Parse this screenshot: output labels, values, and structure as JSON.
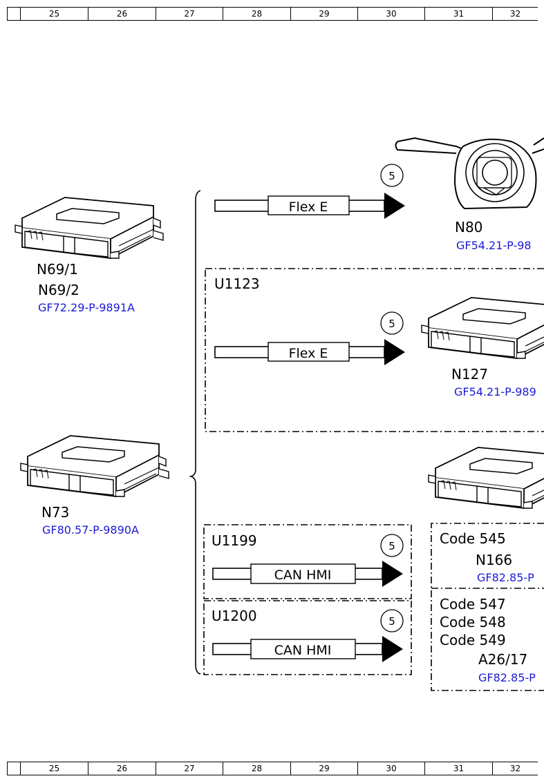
{
  "ruler": {
    "numbers": [
      "25",
      "26",
      "27",
      "28",
      "29",
      "30",
      "31",
      "32"
    ]
  },
  "components": {
    "n69": {
      "label1": "N69/1",
      "label2": "N69/2",
      "ref": "GF72.29-P-9891A"
    },
    "n73": {
      "label": "N73",
      "ref": "GF80.57-P-9890A"
    },
    "n80": {
      "label": "N80",
      "ref": "GF54.21-P-98"
    },
    "n127": {
      "label": "N127",
      "ref": "GF54.21-P-989"
    },
    "n166": {
      "code": "Code 545",
      "label": "N166",
      "ref": "GF82.85-P"
    },
    "a26": {
      "code1": "Code 547",
      "code2": "Code 548",
      "code3": "Code 549",
      "label": "A26/17",
      "ref": "GF82.85-P"
    }
  },
  "groups": {
    "u1123": "U1123",
    "u1199": "U1199",
    "u1200": "U1200"
  },
  "buses": {
    "flex1": "Flex E",
    "flex2": "Flex E",
    "can1": "CAN HMI",
    "can2": "CAN HMI"
  },
  "circles": {
    "c1": "5",
    "c2": "5",
    "c3": "5",
    "c4": "5"
  }
}
